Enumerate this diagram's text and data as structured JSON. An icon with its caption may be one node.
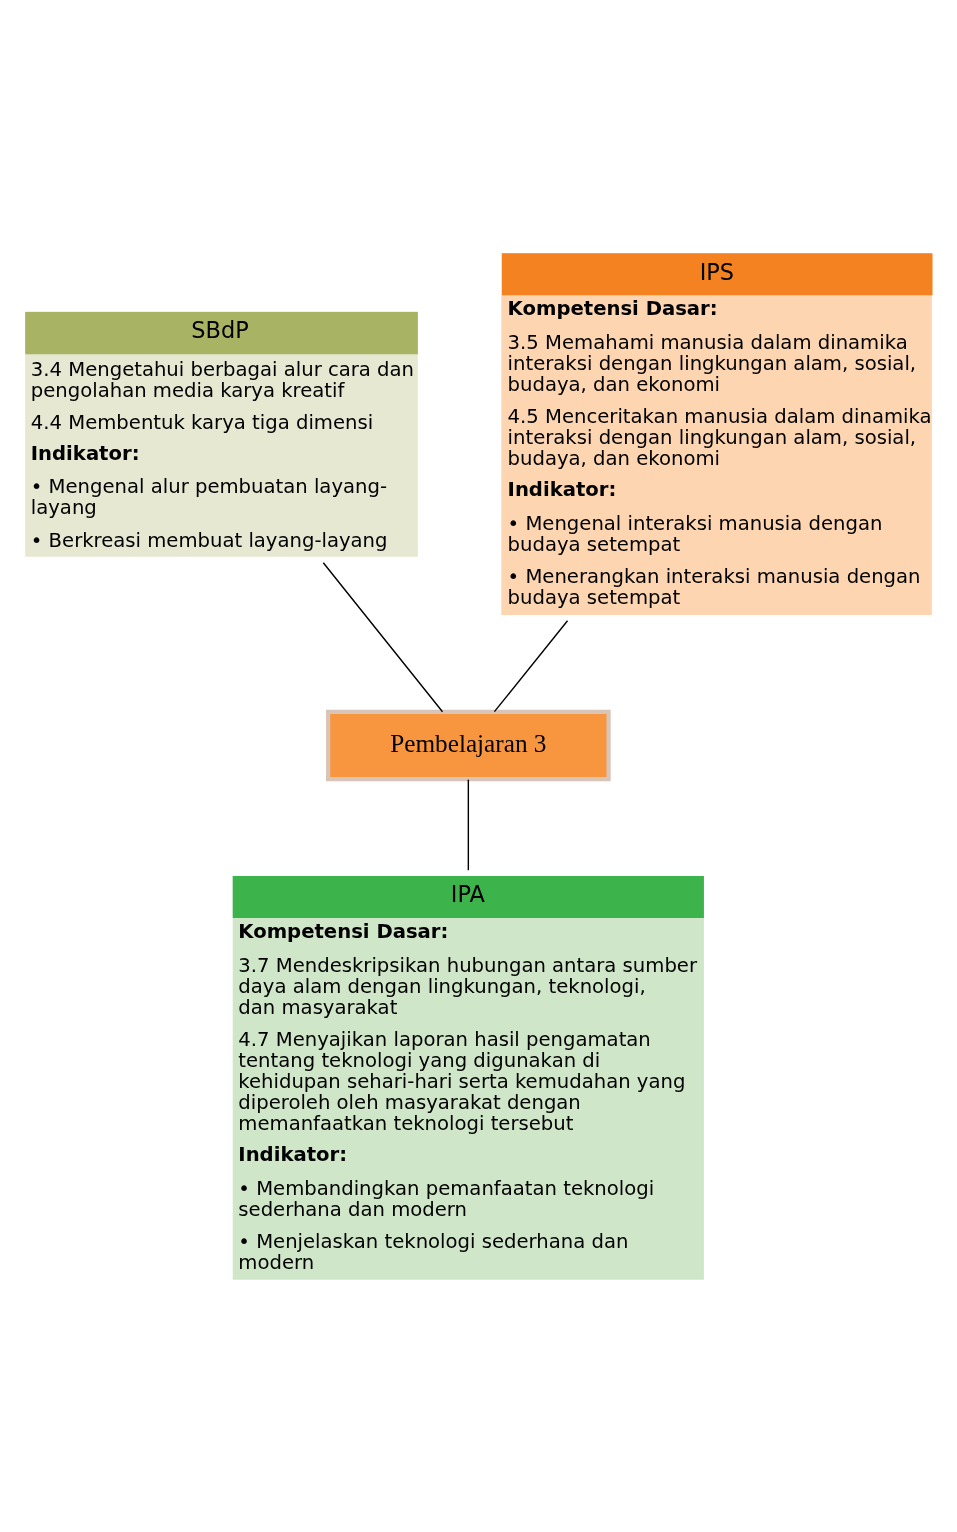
{
  "diagram": {
    "nodes": [
      {
        "text": [
          "SBdP",
          "3.4 Mengetahui berbagai alur cara dan pengolahan media karya kreatif",
          "4.4 Membentuk karya tiga dimensi",
          "Indikator:",
          "• Mengenal alur pembuatan layang-layang",
          "• Berkreasi membuat layang-layang"
        ]
      },
      {
        "text": [
          "IPS",
          "Kompetensi Dasar:",
          "3.5 Memahami manusia dalam dinamika interaksi dengan lingkungan alam, sosial, budaya, dan ekonomi",
          "4.5 Menceritakan manusia dalam dinamika interaksi dengan lingkungan alam, sosial, budaya, dan ekonomi",
          "Indikator:",
          "• Mengenal interaksi manusia dengan budaya setempat",
          "• Menerangkan interaksi manusia dengan budaya setempat"
        ]
      },
      {
        "text": [
          "Pembelajaran 3"
        ]
      },
      {
        "text": [
          "IPA",
          "Kompetensi Dasar:",
          "3.7 Mendeskripsikan hubungan antara sumber daya alam dengan lingkungan, teknologi, dan masyarakat",
          "4.7 Menyajikan laporan hasil pengamatan tentang teknologi yang digunakan di kehidupan sehari-hari serta kemudahan yang diperoleh oleh masyarakat dengan memanfaatkan teknologi tersebut",
          "Indikator:",
          "• Membandingkan pemanfaatan teknologi sederhana dan modern",
          "• Menjelaskan teknologi sederhana dan modern"
        ]
      }
    ],
    "edges": [
      {
        "from": 0,
        "to": 2,
        "arrow": "none"
      },
      {
        "from": 1,
        "to": 2,
        "arrow": "none"
      },
      {
        "from": 2,
        "to": 3,
        "arrow": "none"
      }
    ]
  }
}
